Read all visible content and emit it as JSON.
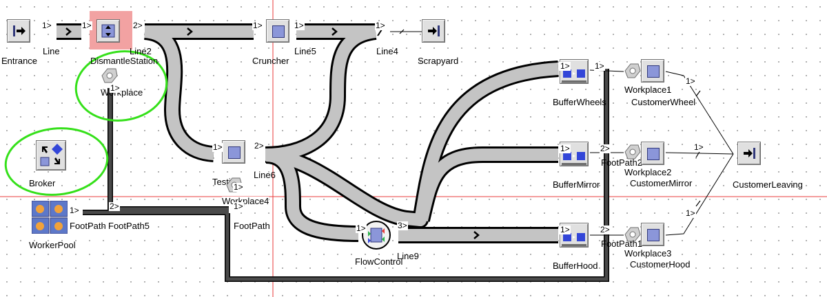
{
  "objects": {
    "entrance": "Entrance",
    "line": "Line",
    "dismantle": "DismantleStation",
    "line2": "Line2",
    "cruncher": "Cruncher",
    "line5": "Line5",
    "line4": "Line4",
    "scrapyard": "Scrapyard",
    "workplace": "Workplace",
    "broker": "Broker",
    "workerpool": "WorkerPool",
    "footpath_short": "FootPath",
    "footpath5": "FootPath5",
    "testing": "Testing",
    "line6": "Line6",
    "workplace4": "Workplace4",
    "footpath": "FootPath",
    "flowcontrol": "FlowControl",
    "line9": "Line9",
    "buffer_wheels": "BufferWheels",
    "buffer_mirror": "BufferMirror",
    "buffer_hood": "BufferHood",
    "workplace1": "Workplace1",
    "workplace2": "Workplace2",
    "workplace3": "Workplace3",
    "footpath_wp2": "FootPath2",
    "footpath_wp3": "FootPath1",
    "customer_wheel": "CustomerWheel",
    "customer_mirror": "CustomerMirror",
    "customer_hood": "CustomerHood",
    "customer_leaving": "CustomerLeaving"
  },
  "ports": {
    "p_line_in": "1>",
    "p_dismantle_in": "1>",
    "p_dismantle_out": "2>",
    "p_cruncher_in": "1>",
    "p_line5_in": "1>",
    "p_line4_in": "1>",
    "p_workplace": "1>",
    "p_testing_in": "1>",
    "p_testing_out": "2>",
    "p_workplace4_a": "1>",
    "p_workplace4_b": "1>",
    "p_footpath_wp": "1>",
    "p_footpath5": "2>",
    "p_flow_in": "1>",
    "p_flow_out": "3>",
    "p_bw_in": "1>",
    "p_bw_out": "1>",
    "p_bm_in": "1>",
    "p_bm_out": "2>",
    "p_bh_in": "1>",
    "p_bh_out": "2>",
    "p_cw_out": "1>",
    "p_cm_out": "1>",
    "p_ch_out": "1>"
  },
  "colors": {
    "conveyor_fill": "#c4c4c4",
    "conveyor_edge": "#000000",
    "footpath": "#4a4a4a",
    "selection_highlight": "#f2a2a2",
    "annotation_green": "#35e01a",
    "crosshair_red": "#e83a3a",
    "box_fill": "#e0e0e0",
    "station_square": "#8b96d9"
  }
}
